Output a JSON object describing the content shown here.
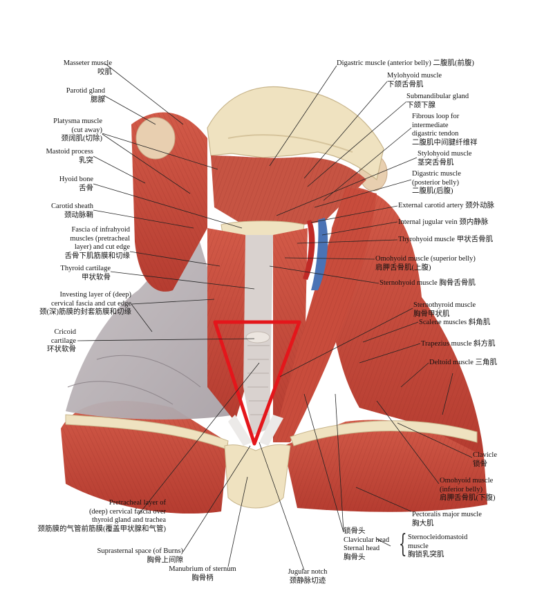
{
  "figure": {
    "highlight_color": "#e4161b",
    "tissue_colors": {
      "muscle": "#c8483a",
      "muscle_dark": "#9e2c22",
      "fascia": "#b9b4b7",
      "cartilage": "#e9e0c6",
      "bone": "#efe2c0",
      "artery": "#c02a26",
      "vein": "#4a73b5"
    }
  },
  "labels": {
    "masseter": [
      "Masseter muscle",
      "咬肌"
    ],
    "parotid": [
      "Parotid gland",
      "腮腺"
    ],
    "platysma": [
      "Platysma muscle",
      "(cut away)",
      "颈阔肌(切除)"
    ],
    "mastoid": [
      "Mastoid process",
      "乳突"
    ],
    "hyoid": [
      "Hyoid bone",
      "舌骨"
    ],
    "carotid_sheath": [
      "Carotid sheath",
      "颈动脉鞘"
    ],
    "fascia_infrahyoid": [
      "Fascia of infrahyoid",
      "muscles (pretracheal",
      "layer) and cut edge",
      "舌骨下肌筋膜和切缘"
    ],
    "thyroid_cartilage": [
      "Thyroid cartilage",
      "甲状软骨"
    ],
    "investing_layer": [
      "Investing layer of (deep)",
      "cervical fascia and cut edge",
      "颈(深)筋膜的封套筋膜和切缘"
    ],
    "cricoid": [
      "Cricoid",
      "cartilage",
      "环状软骨"
    ],
    "pretracheal": [
      "Pretracheal layer of",
      "(deep) cervical fascia over",
      "thyroid gland and trachea",
      "颈筋膜的气管前筋膜(覆盖甲状腺和气管)"
    ],
    "suprasternal": [
      "Suprasternal space (of Burns)",
      "胸骨上间隙"
    ],
    "manubrium": [
      "Manubrium of sternum",
      "胸骨柄"
    ],
    "jugular_notch": [
      "Jugular notch",
      "颈静脉切迹"
    ],
    "digastric_anterior": [
      "Digastric muscle (anterior belly) 二腹肌(前腹)"
    ],
    "mylohyoid": [
      "Mylohyoid muscle",
      "下颌舌骨肌"
    ],
    "submandibular": [
      "Submandibular gland",
      "下颌下腺"
    ],
    "fibrous_loop": [
      "Fibrous loop for",
      "intermediate",
      "digastric tendon",
      "二腹肌中间腱纤维祥"
    ],
    "stylohyoid": [
      "Stylohyoid muscle",
      "茎突舌骨肌"
    ],
    "digastric_posterior": [
      "Digastric muscle",
      "(posterior belly)",
      "二腹肌(后腹)"
    ],
    "external_carotid": [
      "External carotid artery 颈外动脉"
    ],
    "internal_jugular": [
      "Internal jugular vein 颈内静脉"
    ],
    "thyrohyoid": [
      "Thyrohyoid muscle 甲状舌骨肌"
    ],
    "omohyoid_superior": [
      "Omohyoid muscle (superior belly)",
      "肩胛舌骨肌(上腹)"
    ],
    "sternohyoid": [
      "Sternohyoid muscle 胸骨舌骨肌"
    ],
    "sternothyroid": [
      "Sternothyroid muscle",
      "胸骨甲状肌"
    ],
    "scalene": [
      "Scalene muscles 斜角肌"
    ],
    "trapezius": [
      "Trapezius muscle 斜方肌"
    ],
    "deltoid": [
      "Deltoid muscle 三角肌"
    ],
    "clavicle": [
      "Clavicle",
      "锁骨"
    ],
    "omohyoid_inferior": [
      "Omohyoid muscle",
      "(inferior belly)",
      "肩胛舌骨肌(下腹)"
    ],
    "pectoralis": [
      "Pectoralis major muscle",
      "胸大肌"
    ],
    "scm_heads": [
      "锁骨头",
      "Clavicular head",
      "Sternal head",
      "胸骨头"
    ],
    "scm": [
      "Sternocleidomastoid",
      "muscle",
      "胸锁乳突肌"
    ]
  }
}
